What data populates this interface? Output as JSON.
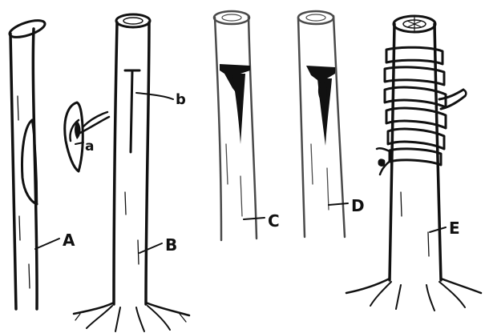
{
  "labels": {
    "A": "A",
    "a": "a",
    "B": "B",
    "b": "b",
    "C": "C",
    "D": "D",
    "E": "E"
  },
  "colors": {
    "ink": "#111111",
    "background": "#ffffff",
    "wrap": "#ffffff"
  }
}
